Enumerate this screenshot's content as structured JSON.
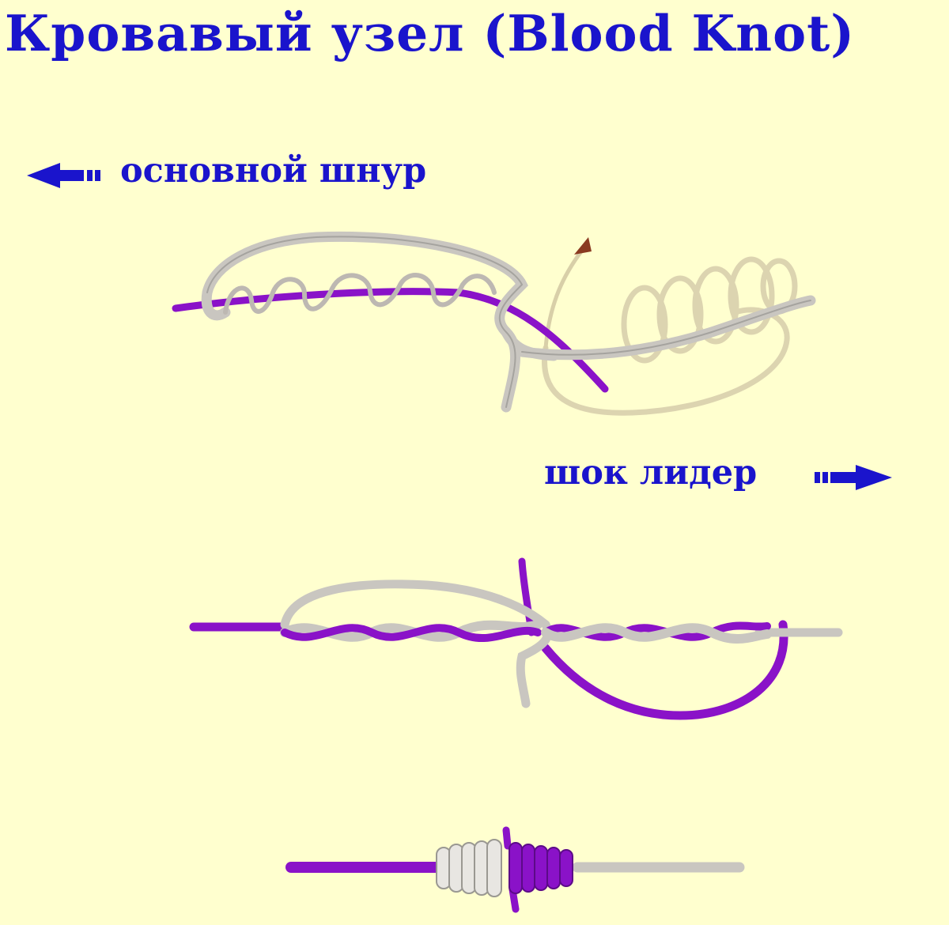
{
  "title": "Кровавый узел (Blood Knot)",
  "labels": {
    "main_line": "основной шнур",
    "shock_leader": "шок лидер"
  },
  "icons": {
    "main_line_arrow": "arrow-left-icon",
    "leader_arrow": "arrow-right-icon"
  },
  "colors": {
    "background": "#ffffcf",
    "text": "#1a14cc",
    "main_line": "#8a12c8",
    "leader_line": "#c9c6c0"
  }
}
